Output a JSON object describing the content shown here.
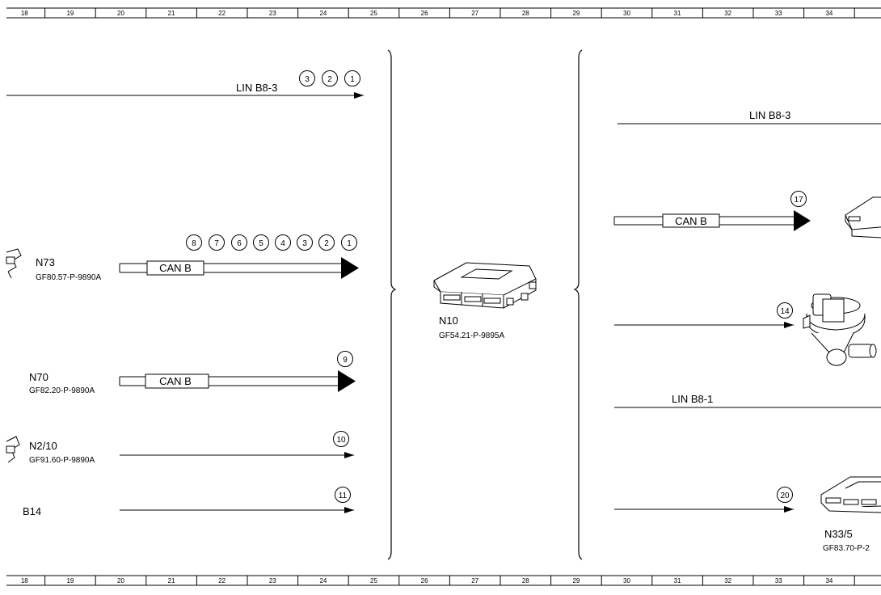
{
  "ruler": {
    "top_numbers": [
      "18",
      "19",
      "20",
      "21",
      "22",
      "23",
      "24",
      "25",
      "26",
      "27",
      "28",
      "29",
      "30",
      "31",
      "32",
      "33",
      "34"
    ],
    "bottom_numbers": [
      "18",
      "19",
      "20",
      "21",
      "22",
      "23",
      "24",
      "25",
      "26",
      "27",
      "28",
      "29",
      "30",
      "31",
      "32",
      "33",
      "34"
    ]
  },
  "left": {
    "lin_top": {
      "label": "LIN B8-3",
      "refs": [
        "3",
        "2",
        "1"
      ]
    },
    "n73": {
      "name": "N73",
      "code": "GF80.57-P-9890A",
      "bus": "CAN B",
      "refs": [
        "8",
        "7",
        "6",
        "5",
        "4",
        "3",
        "2",
        "1"
      ]
    },
    "n70": {
      "name": "N70",
      "code": "GF82.20-P-9890A",
      "bus": "CAN B",
      "ref": "9"
    },
    "n2_10": {
      "name": "N2/10",
      "code": "GF91.60-P-9890A",
      "ref": "10"
    },
    "b14": {
      "name": "B14",
      "ref": "11"
    }
  },
  "center": {
    "name": "N10",
    "code": "GF54.21-P-9895A"
  },
  "right": {
    "lin_b8_3": {
      "label": "LIN B8-3"
    },
    "can_row": {
      "bus": "CAN B",
      "ref": "17"
    },
    "valve_row": {
      "ref": "14"
    },
    "lin_b8_1": {
      "label": "LIN B8-1"
    },
    "n33_5": {
      "name": "N33/5",
      "code": "GF83.70-P-2",
      "ref": "20"
    }
  }
}
